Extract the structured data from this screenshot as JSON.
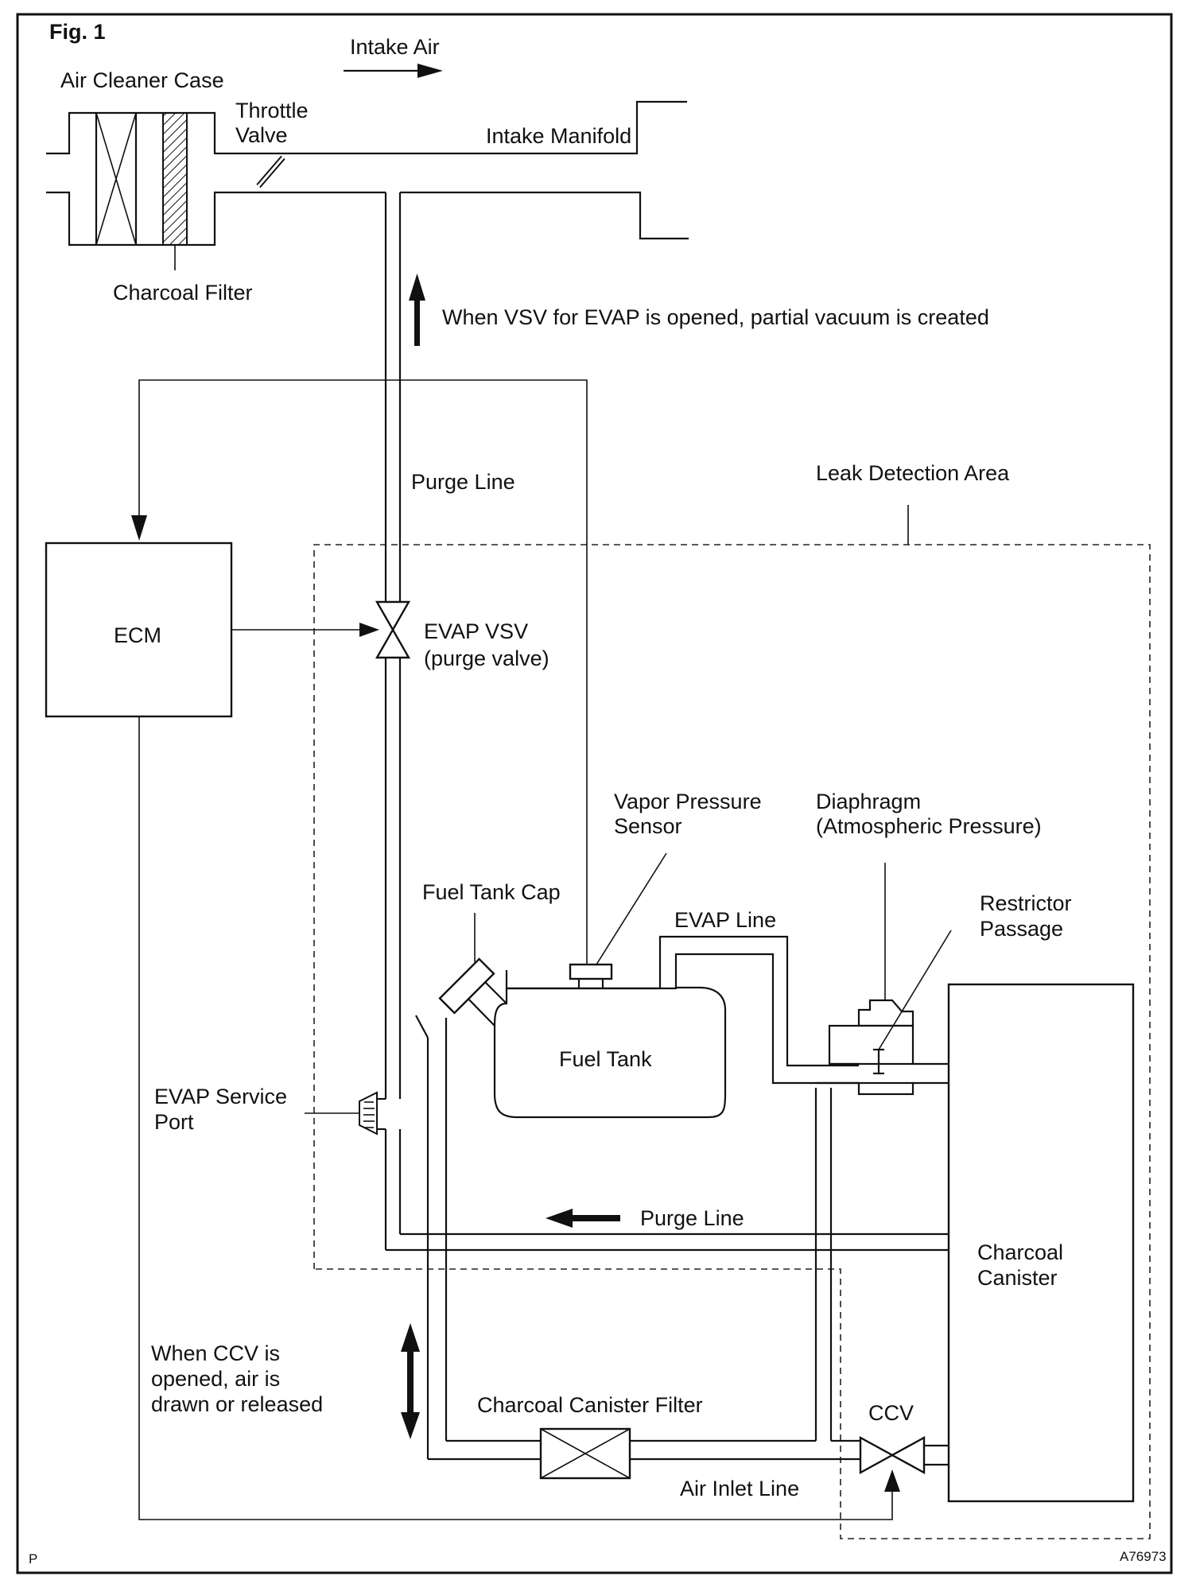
{
  "figure": {
    "label": "Fig. 1",
    "corner_mark": "P",
    "figure_id": "A76973"
  },
  "labels": {
    "intake_air": "Intake Air",
    "air_cleaner_case": "Air Cleaner Case",
    "throttle_valve": [
      "Throttle",
      "Valve"
    ],
    "intake_manifold": "Intake Manifold",
    "charcoal_filter": "Charcoal Filter",
    "vacuum_note": "When VSV for EVAP is opened, partial vacuum is created",
    "purge_line_top": "Purge Line",
    "leak_detection_area": "Leak Detection Area",
    "ecm": "ECM",
    "evap_vsv": [
      "EVAP VSV",
      "(purge valve)"
    ],
    "vapor_pressure_sensor": [
      "Vapor Pressure",
      "Sensor"
    ],
    "diaphragm": [
      "Diaphragm",
      "(Atmospheric Pressure)"
    ],
    "fuel_tank_cap": "Fuel Tank Cap",
    "evap_line": "EVAP Line",
    "restrictor_passage": [
      "Restrictor",
      "Passage"
    ],
    "fuel_tank": "Fuel Tank",
    "evap_service_port": [
      "EVAP Service",
      "Port"
    ],
    "purge_line_bottom": "Purge Line",
    "charcoal_canister": [
      "Charcoal",
      "Canister"
    ],
    "ccv_note": [
      "When CCV is",
      "opened, air is",
      "drawn or released"
    ],
    "charcoal_canister_filter": "Charcoal Canister Filter",
    "ccv": "CCV",
    "air_inlet_line": "Air Inlet Line"
  }
}
